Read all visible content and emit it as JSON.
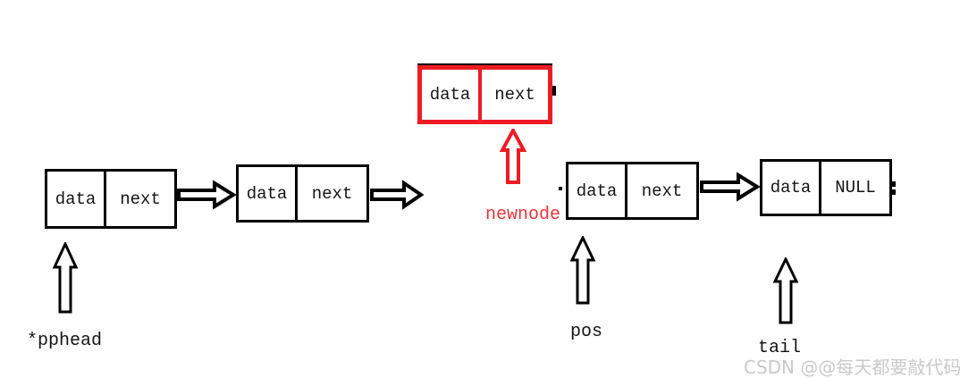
{
  "diagram": {
    "description": "singly linked list insert-after-pos diagram",
    "nodes": [
      {
        "id": "head-node",
        "cells": [
          "data",
          "next"
        ]
      },
      {
        "id": "second-node",
        "cells": [
          "data",
          "next"
        ]
      },
      {
        "id": "new-node",
        "cells": [
          "data",
          "next"
        ]
      },
      {
        "id": "pos-node",
        "cells": [
          "data",
          "next"
        ]
      },
      {
        "id": "tail-node",
        "cells": [
          "data",
          "NULL"
        ]
      }
    ],
    "labels": {
      "pphead": "*pphead",
      "newnode": "newnode",
      "pos": "pos",
      "tail": "tail"
    },
    "watermark": "CSDN @@每天都要敲代码",
    "colors": {
      "node_border": "#000000",
      "newnode_red": "#ed1c24",
      "newnode_label_red": "#e8373d",
      "watermark_gray": "#c9c9c9",
      "background": "#ffffff"
    }
  }
}
